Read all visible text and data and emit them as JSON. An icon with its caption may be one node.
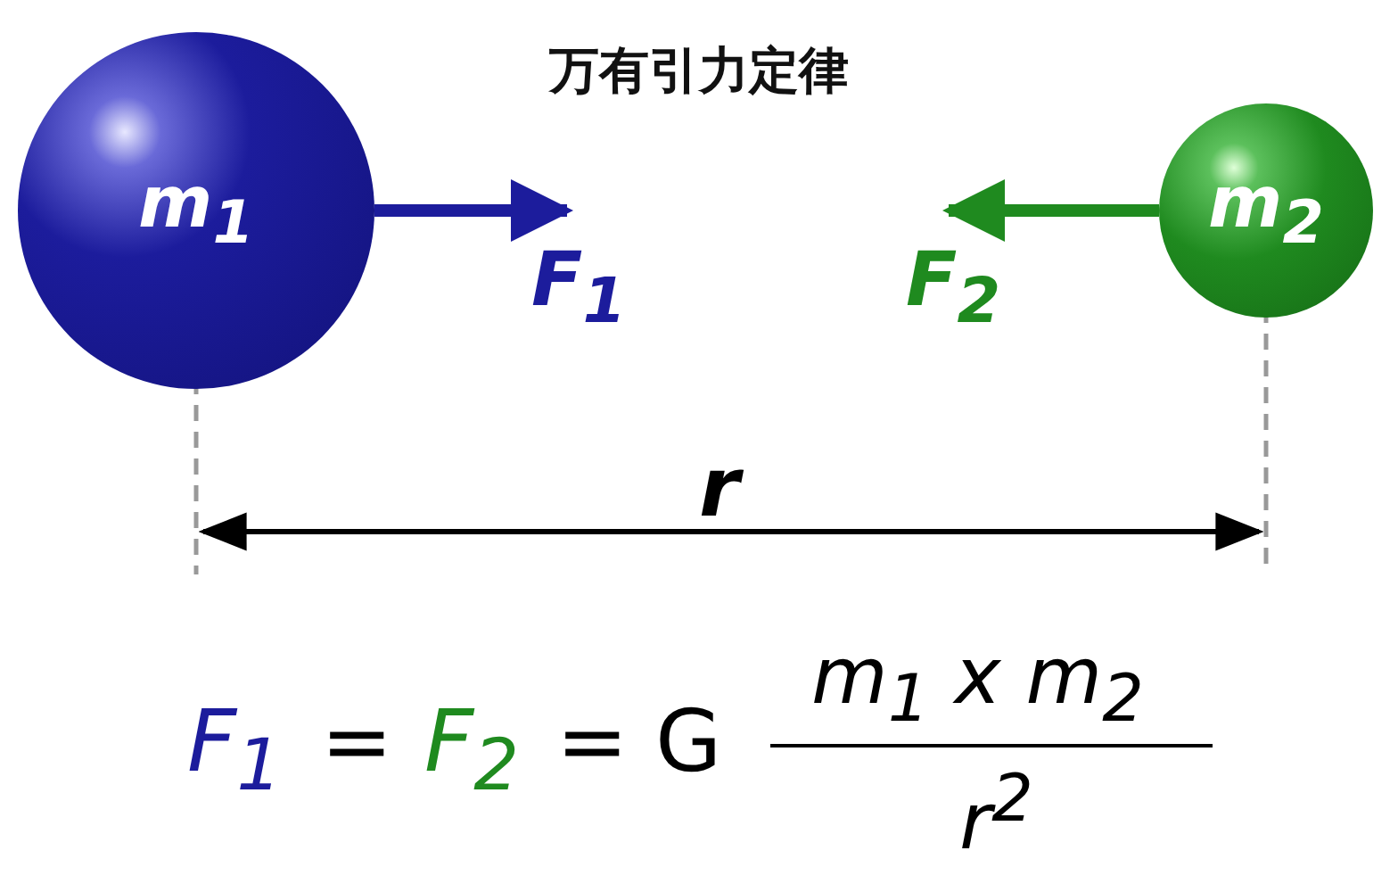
{
  "diagram": {
    "title": "万有引力定律",
    "nodes": [
      {
        "text": [
          "m$_{1}$"
        ]
      },
      {
        "text": [
          "m$_{2}$"
        ]
      }
    ],
    "labels": [
      "F$_{1}$",
      "F$_{2}$",
      "r",
      "F$_{1}$",
      "=",
      "F$_{2}$",
      "= G",
      "m$_{1}$ x m$_{2}$",
      "r$^{2}$"
    ]
  }
}
